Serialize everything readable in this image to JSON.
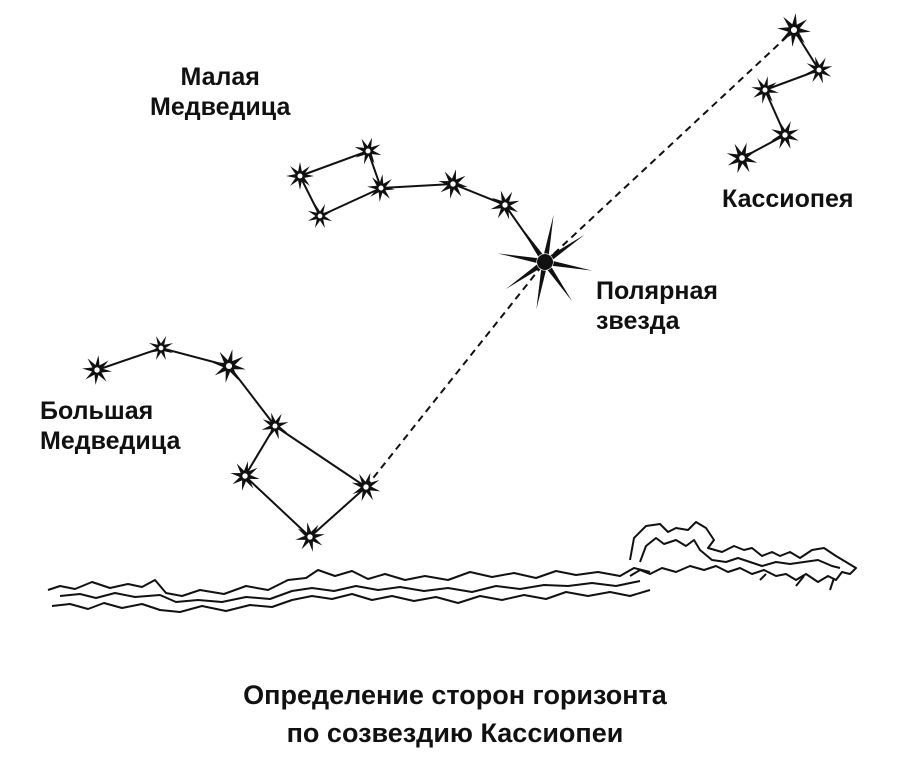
{
  "labels": {
    "ursa_minor": [
      "Малая",
      "Медведица"
    ],
    "ursa_major": [
      "Большая",
      "Медведица"
    ],
    "polaris": [
      "Полярная",
      "звезда"
    ],
    "cassiopeia": "Кассиопея"
  },
  "caption": [
    "Определение сторон горизонта",
    "по созвездию Кассиопеи"
  ],
  "colors": {
    "ink": "#111111",
    "background": "#ffffff"
  }
}
